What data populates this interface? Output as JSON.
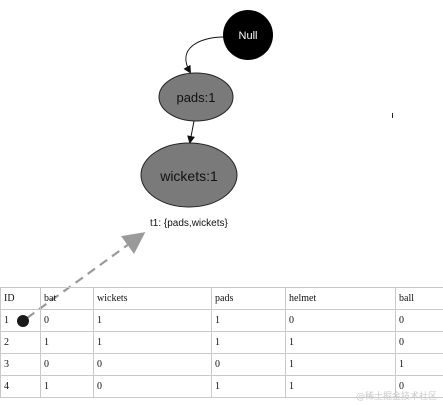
{
  "nodes": {
    "null": "Null",
    "pads": "pads:1",
    "wickets": "wickets:1"
  },
  "transaction_label": "t1: {pads,wickets}",
  "table": {
    "headers": [
      "ID",
      "bat",
      "wickets",
      "pads",
      "helmet",
      "ball"
    ],
    "rows": [
      [
        "1",
        "0",
        "1",
        "1",
        "0",
        "0"
      ],
      [
        "2",
        "1",
        "1",
        "1",
        "1",
        "0"
      ],
      [
        "3",
        "0",
        "0",
        "0",
        "1",
        "1"
      ],
      [
        "4",
        "1",
        "0",
        "1",
        "1",
        "0"
      ]
    ]
  },
  "watermark": "@稀土掘金技术社区",
  "colors": {
    "null_node": "#000000",
    "tree_node": "#7a7a7a",
    "dashed_arrow": "#9a9a9a"
  }
}
